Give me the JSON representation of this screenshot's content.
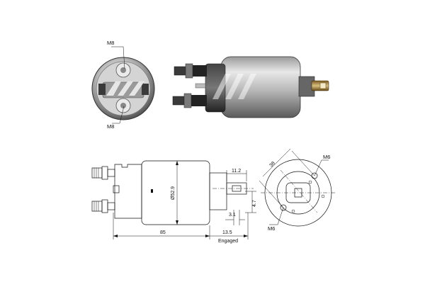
{
  "photo_labels": {
    "top_terminal": "M8",
    "bottom_terminal": "M8"
  },
  "drawing_dims": {
    "diameter": "Ø52.9",
    "shaft_length": "11.2",
    "shaft_offset": "4.7",
    "gap": "3.1",
    "body_length": "85",
    "engaged_travel": "13.5",
    "engaged_label": "Engaged"
  },
  "end_view": {
    "bolt_spacing": "38",
    "upper_hole": "M6",
    "lower_hole": "M6"
  },
  "colors": {
    "line": "#111111",
    "metal_light": "#d9d9d9",
    "metal_dark": "#4a4a4a",
    "terminal": "#2b2b2b"
  }
}
